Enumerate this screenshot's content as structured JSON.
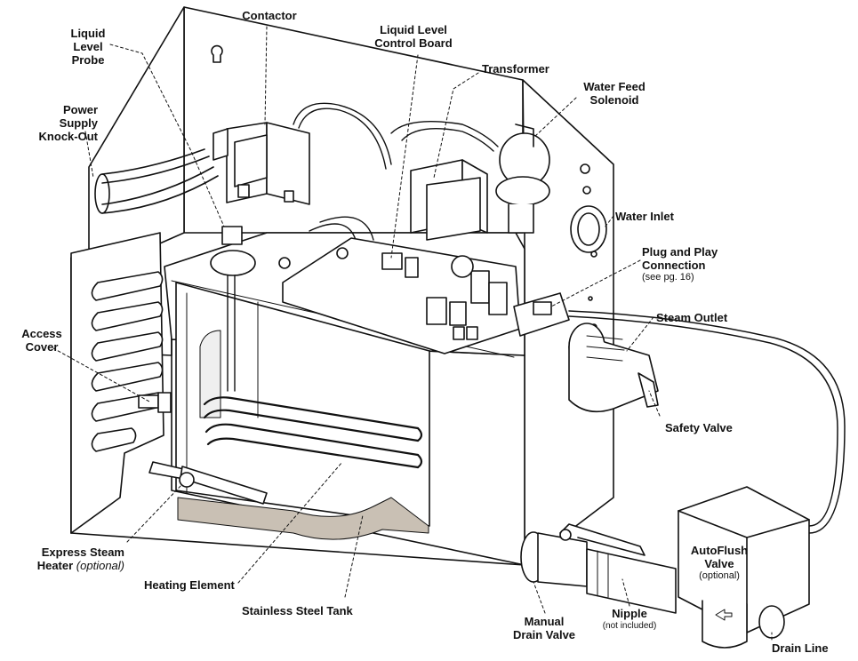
{
  "labels": {
    "liquid_level_probe": [
      "Liquid",
      "Level",
      "Probe"
    ],
    "contactor": "Contactor",
    "control_board": [
      "Liquid Level",
      "Control Board"
    ],
    "transformer": "Transformer",
    "water_feed_solenoid": [
      "Water Feed",
      "Solenoid"
    ],
    "power_supply_knockout": [
      "Power",
      "Supply",
      "Knock-Out"
    ],
    "water_inlet": "Water Inlet",
    "plug_and_play": [
      "Plug and Play",
      "Connection"
    ],
    "plug_and_play_note": "(see pg. 16)",
    "steam_outlet": "Steam Outlet",
    "access_cover": [
      "Access",
      "Cover"
    ],
    "safety_valve": "Safety Valve",
    "autoflush_valve": [
      "AutoFlush",
      "Valve"
    ],
    "autoflush_note": "(optional)",
    "express_steam_heater": "Express Steam",
    "express_steam_heater_2": "Heater",
    "express_steam_heater_note": "(optional)",
    "heating_element": "Heating Element",
    "stainless_steel_tank": "Stainless Steel Tank",
    "manual_drain_valve": [
      "Manual",
      "Drain Valve"
    ],
    "nipple": "Nipple",
    "nipple_note": "(not included)",
    "drain_line": "Drain Line"
  },
  "colors": {
    "line": "#111111",
    "fill": "#ffffff",
    "shade": "#e4e4e4",
    "insulation": "#c9c0b4"
  }
}
